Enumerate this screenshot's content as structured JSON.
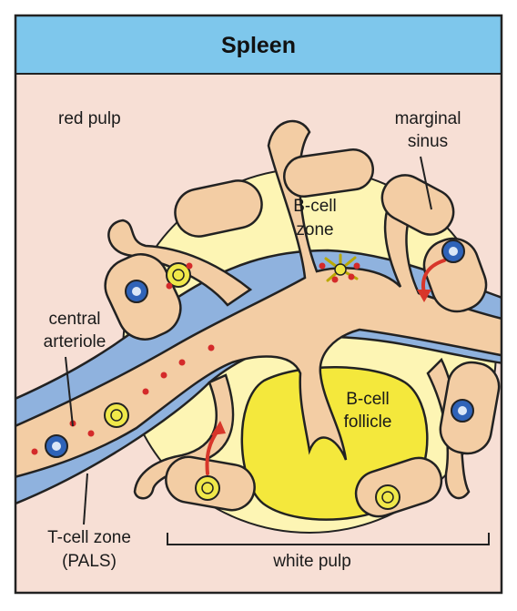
{
  "title": "Spleen",
  "labels": {
    "red_pulp": "red pulp",
    "marginal_sinus_1": "marginal",
    "marginal_sinus_2": "sinus",
    "b_cell_zone_1": "B-cell",
    "b_cell_zone_2": "zone",
    "central_arteriole_1": "central",
    "central_arteriole_2": "arteriole",
    "b_cell_follicle_1": "B-cell",
    "b_cell_follicle_2": "follicle",
    "t_cell_zone_1": "T-cell zone",
    "t_cell_zone_2": "(PALS)",
    "white_pulp": "white pulp"
  },
  "colors": {
    "header": "#7ec7ec",
    "background": "#f7dfd5",
    "white_pulp": "#fdf5b4",
    "follicle": "#f4e83c",
    "pals": "#8fb2de",
    "vessel": "#f3cda4",
    "outline": "#222222",
    "arrow": "#d8362a",
    "dot": "#d42a2a",
    "blue_cell": "#2f63b8",
    "yellow_cell": "#f0e84a"
  }
}
